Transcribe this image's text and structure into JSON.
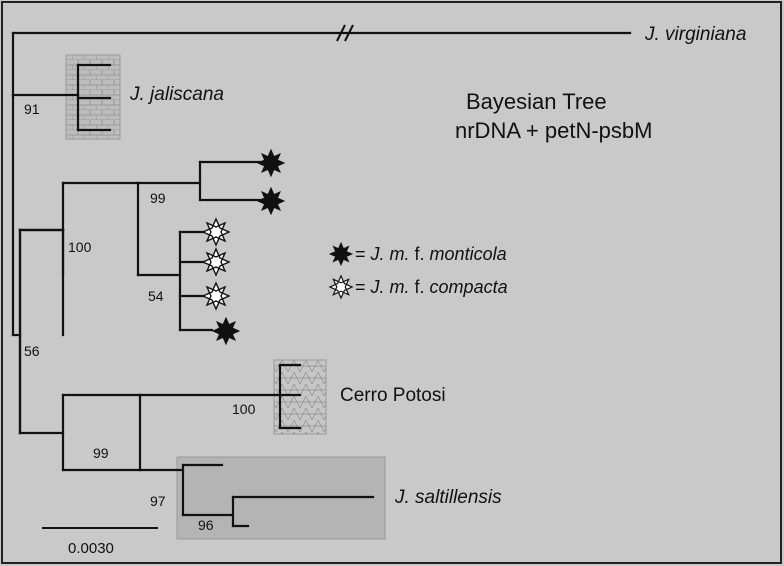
{
  "title": {
    "line1": "Bayesian Tree",
    "line2": "nrDNA + petN-psbM"
  },
  "taxa": {
    "virginiana": "J. virginiana",
    "jaliscana": "J. jaliscana",
    "cerro_potosi": "Cerro Potosi",
    "saltillensis": "J. saltillensis"
  },
  "support_values": {
    "jaliscana": "91",
    "monticola_pair": "99",
    "monticola_group": "100",
    "compacta_clade": "54",
    "ingroup": "56",
    "cerro_potosi": "100",
    "potosi_saltillensis": "99",
    "saltillensis_clade": "97",
    "saltillensis_inner": "96"
  },
  "legend": {
    "filled_prefix": "= ",
    "filled_genus": "J. m.",
    "filled_rank": " f. ",
    "filled_form": "monticola",
    "open_prefix": "= ",
    "open_genus": "J. m.",
    "open_rank": " f. ",
    "open_form": "compacta"
  },
  "scale_bar": {
    "label": "0.0030"
  },
  "colors": {
    "background": "#c9c9c9",
    "border": "#222222",
    "branch": "#111111",
    "filled_star": "#111111",
    "open_star": "#ffffff",
    "box_fill": "#b4b4b4"
  },
  "icons": {
    "filled": "filled-star-icon",
    "open": "open-star-icon",
    "break": "double-slash-break-icon"
  }
}
